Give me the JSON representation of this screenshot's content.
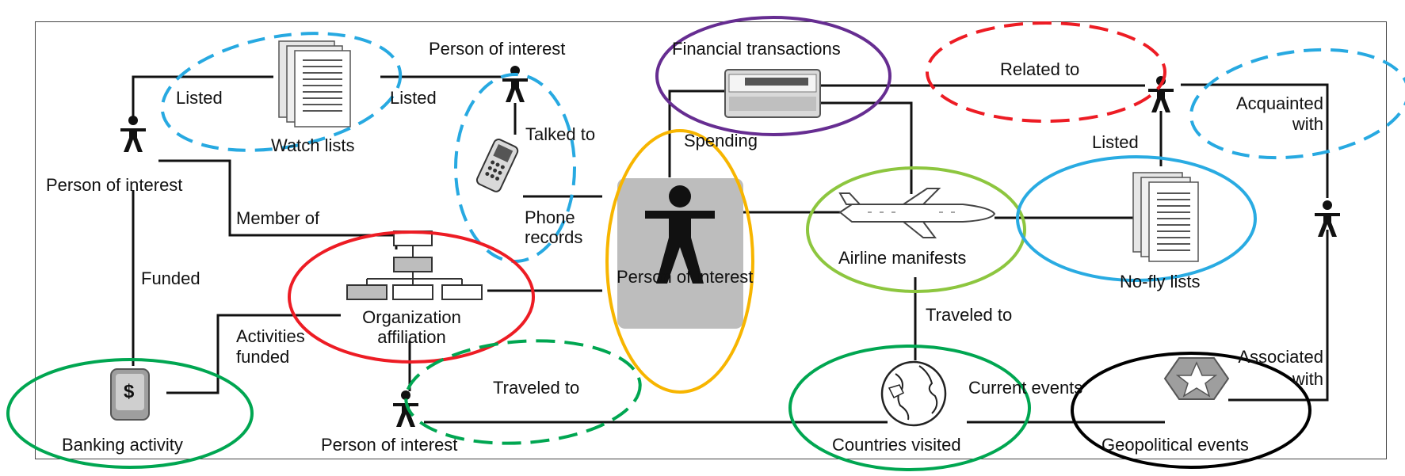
{
  "diagram": {
    "nodes": {
      "center_person": "Person of interest",
      "watch_lists": "Watch lists",
      "financial_transactions": "Financial transactions",
      "person_top": "Person of interest",
      "person_left": "Person of interest",
      "person_bottom": "Person of interest",
      "phone_records": "Phone records",
      "organization_affiliation": "Organization affiliation",
      "banking_activity": "Banking activity",
      "airline_manifests": "Airline manifests",
      "no_fly_lists": "No-fly lists",
      "countries_visited": "Countries visited",
      "geopolitical_events": "Geopolitical events"
    },
    "edges": {
      "listed_left": "Listed",
      "listed_right": "Listed",
      "listed_nofly": "Listed",
      "talked_to": "Talked to",
      "spending": "Spending",
      "related_to": "Related to",
      "acquainted_with": "Acquainted with",
      "member_of": "Member of",
      "funded": "Funded",
      "activities_funded": "Activities funded",
      "traveled_to_bottom": "Traveled to",
      "traveled_to_right": "Traveled to",
      "current_events": "Current events",
      "associated_with": "Associated with"
    },
    "icons": {
      "banking": "$"
    },
    "highlight_colors": {
      "blue_dashed": "#27a9e1",
      "blue_solid": "#29abe2",
      "purple": "#662d91",
      "red_dashed": "#ed1c24",
      "red_solid": "#ed1c24",
      "orange": "#f7b500",
      "green_light": "#8dc63f",
      "green": "#00a651",
      "green_dashed": "#00a651",
      "black": "#000000"
    }
  }
}
